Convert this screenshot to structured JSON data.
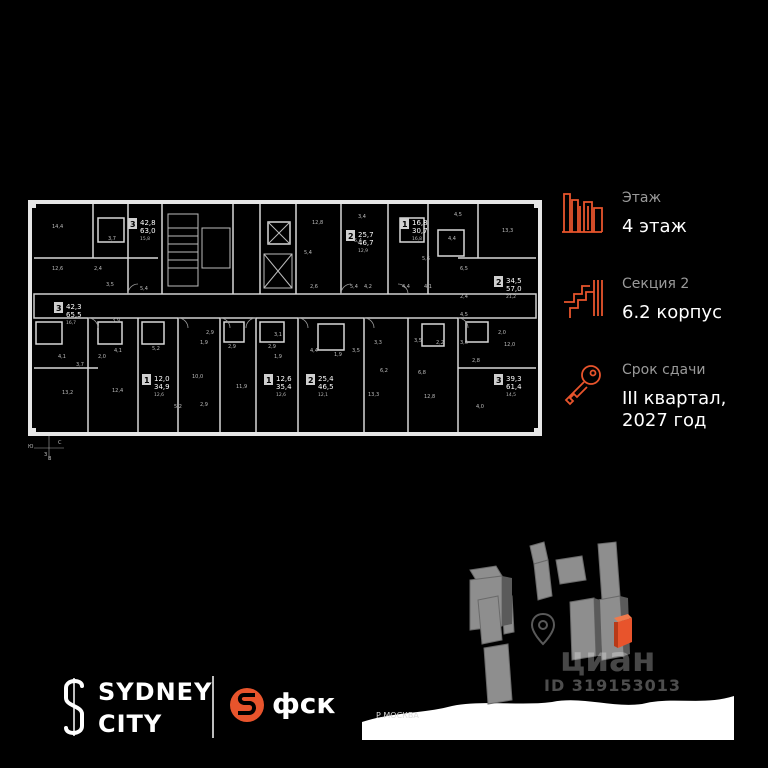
{
  "plan": {
    "units": [
      {
        "rooms": "3",
        "area_a": "42,8",
        "area_b": "63,0",
        "area_c": "15,8"
      },
      {
        "rooms": "2",
        "area_a": "25,7",
        "area_b": "46,7",
        "area_c": "12,9"
      },
      {
        "rooms": "1",
        "area_a": "16,8",
        "area_b": "30,7",
        "area_c": "16,8"
      },
      {
        "rooms": "2",
        "area_a": "34,5",
        "area_b": "57,0",
        "area_c": "21,2"
      },
      {
        "rooms": "3",
        "area_a": "42,3",
        "area_b": "65,5",
        "area_c": "16,7"
      },
      {
        "rooms": "1",
        "area_a": "12,0",
        "area_b": "34,9",
        "area_c": "12,6"
      },
      {
        "rooms": "1",
        "area_a": "12,6",
        "area_b": "35,4",
        "area_c": "12,6"
      },
      {
        "rooms": "2",
        "area_a": "25,4",
        "area_b": "46,5",
        "area_c": "12,1"
      },
      {
        "rooms": "3",
        "area_a": "39,3",
        "area_b": "61,4",
        "area_c": "14,5"
      }
    ],
    "room_labels": [
      "14,4",
      "12,6",
      "2,4",
      "5,4",
      "3,5",
      "12,8",
      "5,4",
      "2,6",
      "3,4",
      "5,4",
      "4,2",
      "5,6",
      "4,4",
      "4,1",
      "4,5",
      "4,4",
      "6,5",
      "13,3",
      "2,4",
      "4,5",
      "5,4",
      "3,9",
      "4,1",
      "5,2",
      "1,9",
      "10,0",
      "2,9",
      "2,9",
      "11,9",
      "2,9",
      "1,9",
      "4,4",
      "1,9",
      "3,5",
      "3,3",
      "6,2",
      "13,3",
      "6,8",
      "3,5",
      "2,2",
      "3,6",
      "12,0",
      "2,8",
      "13,2",
      "12,4",
      "2,0",
      "3,7",
      "4,1",
      "2,9",
      "3,1",
      "12,8",
      "4,0",
      "2,0",
      "5,2",
      "3,7"
    ],
    "compass": {
      "n": "Ю",
      "e": "С",
      "w": "З",
      "s": "В"
    }
  },
  "info": {
    "floor": {
      "label": "Этаж",
      "value": "4 этаж",
      "icon": "building-icon"
    },
    "section": {
      "label": "Секция 2",
      "value": "6.2 корпус",
      "icon": "stairs-icon"
    },
    "deadline": {
      "label": "Срок сдачи",
      "value_line1": "III квартал,",
      "value_line2": "2027 год",
      "icon": "key-icon"
    },
    "accent_color": "#e8542c"
  },
  "logos": {
    "sydney_line1": "SYDNEY",
    "sydney_line2": "CITY",
    "fsk": "фск"
  },
  "map": {
    "river": "Р.МОСКВА",
    "watermark_brand": "циан",
    "watermark_id": "ID 319153013",
    "highlight_color": "#e8542c"
  }
}
